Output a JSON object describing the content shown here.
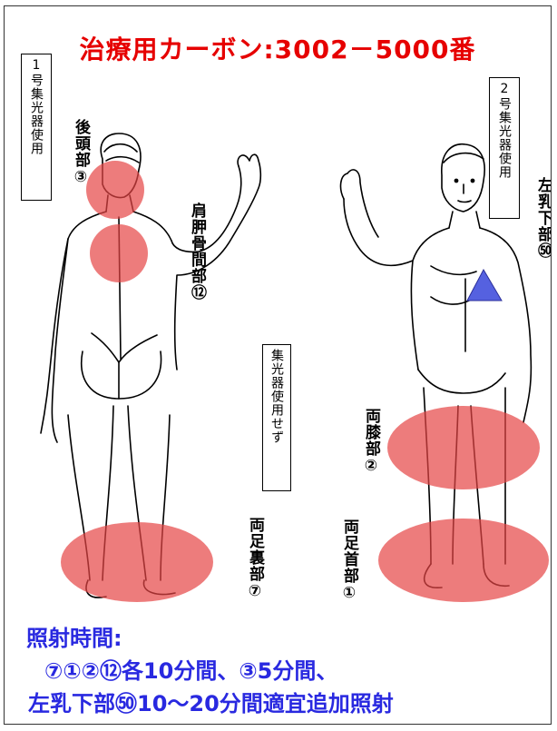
{
  "title": "治療用カーボン:3002－5000番",
  "left_box": "1号集光器使用",
  "right_box": "2号集光器使用",
  "center_box": "集光器使用せず",
  "labels": {
    "occiput": "後頭部③",
    "scapula": "肩胛骨間部⑫",
    "soles": "両足裏部⑦",
    "ankles": "両足首部①",
    "knees": "両膝部②",
    "under_breast": "左乳下部㊿"
  },
  "bottom": {
    "heading": "照射時間:",
    "line1": "⑦①②⑫各10分間、③5分間、",
    "line2": "左乳下部㊿10～20分間適宜追加照射"
  },
  "colors": {
    "title": "#e60000",
    "text_blue": "#2929e0",
    "circle_fill": "#e64545",
    "triangle_fill": "#5561e0"
  }
}
